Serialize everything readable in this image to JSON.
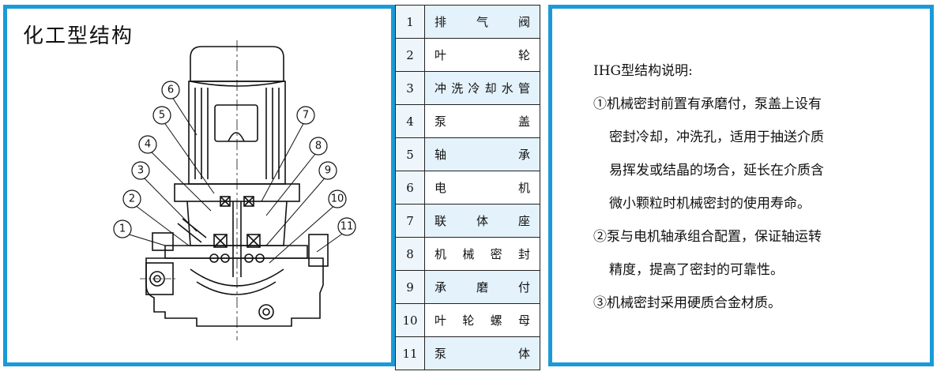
{
  "diagram": {
    "title": "化工型结构",
    "callouts": [
      "1",
      "2",
      "3",
      "4",
      "5",
      "6",
      "7",
      "8",
      "9",
      "10",
      "11"
    ]
  },
  "parts_table": {
    "rows": [
      {
        "num": "1",
        "name": "排气阀"
      },
      {
        "num": "2",
        "name": "叶轮"
      },
      {
        "num": "3",
        "name": "冲洗冷却水管"
      },
      {
        "num": "4",
        "name": "泵盖"
      },
      {
        "num": "5",
        "name": "轴承"
      },
      {
        "num": "6",
        "name": "电机"
      },
      {
        "num": "7",
        "name": "联体座"
      },
      {
        "num": "8",
        "name": "机械密封"
      },
      {
        "num": "9",
        "name": "承磨付"
      },
      {
        "num": "10",
        "name": "叶轮螺母"
      },
      {
        "num": "11",
        "name": "泵体"
      }
    ]
  },
  "description": {
    "heading": "IHG型结构说明:",
    "lines": [
      "①机械密封前置有承磨付，泵盖上设有",
      "密封冷却，冲洗孔，适用于抽送介质",
      "易挥发或结晶的场合，延长在介质含",
      "微小颗粒时机械密封的使用寿命。",
      "②泵与电机轴承组合配置，保证轴运转",
      "精度，提高了密封的可靠性。",
      "③机械密封采用硬质合金材质。"
    ]
  }
}
